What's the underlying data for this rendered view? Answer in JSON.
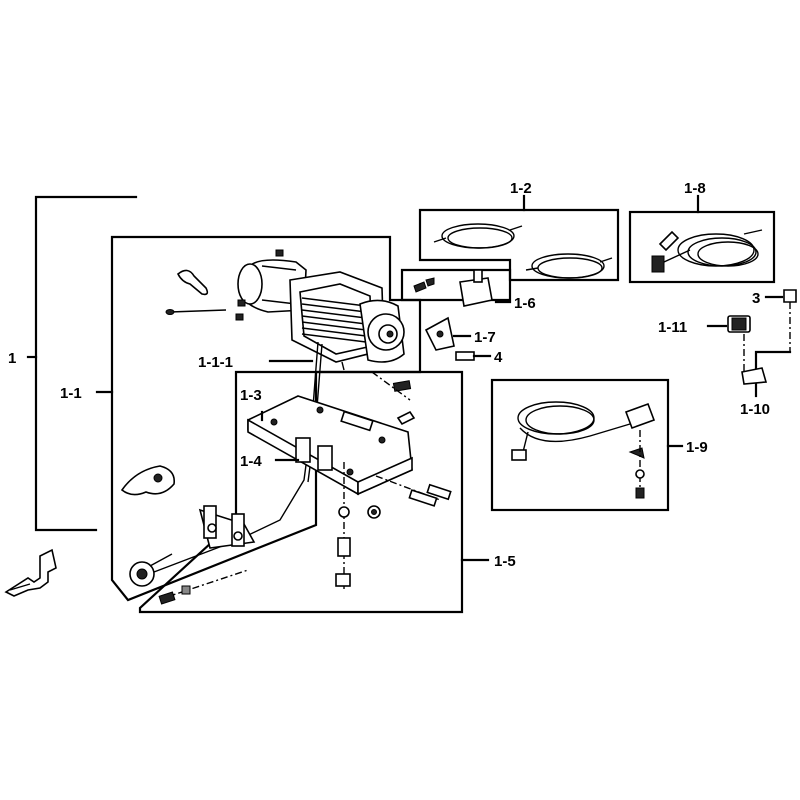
{
  "labels": {
    "p1": "1",
    "p1_1": "1-1",
    "p1_1_1": "1-1-1",
    "p1_2": "1-2",
    "p1_3": "1-3",
    "p1_4": "1-4",
    "p1_5": "1-5",
    "p1_6": "1-6",
    "p1_7": "1-7",
    "p1_8": "1-8",
    "p1_9": "1-9",
    "p1_10": "1-10",
    "p1_11": "1-11",
    "p3": "3",
    "p4": "4"
  }
}
